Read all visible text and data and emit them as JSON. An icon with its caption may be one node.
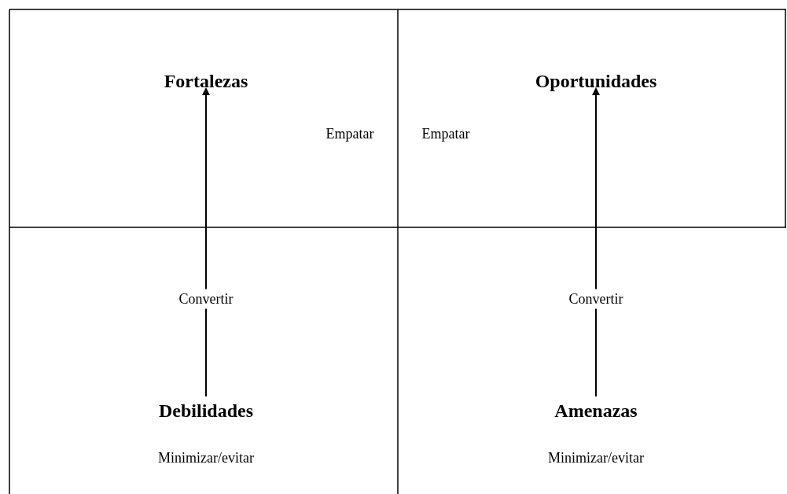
{
  "diagram": {
    "nodes": [
      {
        "text": [
          "Fortalezas"
        ]
      },
      {
        "text": [
          "Oportunidades"
        ]
      },
      {
        "text": [
          "Debilidades"
        ],
        "beside": [
          "Minimizar/evitar"
        ]
      },
      {
        "text": [
          "Amenazas"
        ],
        "beside": [
          "Minimizar/evitar"
        ]
      }
    ],
    "edges": [
      {
        "from": 2,
        "to": 0,
        "arrow": "to",
        "label": "Convertir"
      },
      {
        "from": 3,
        "to": 1,
        "arrow": "to",
        "label": "Convertir"
      }
    ],
    "labels": [
      "Empatar",
      "Empatar"
    ]
  }
}
